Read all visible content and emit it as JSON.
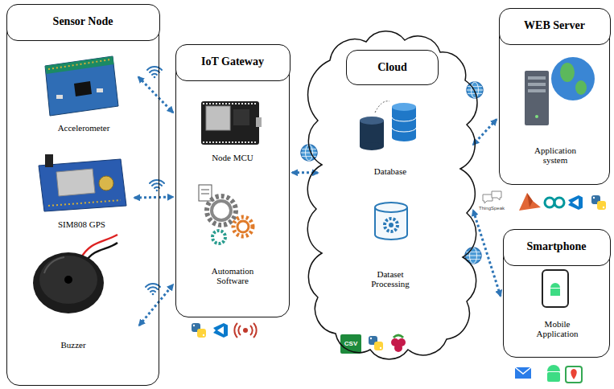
{
  "diagram": {
    "nodes": [
      {
        "text": [
          "Sensor Node"
        ]
      },
      {
        "text": [
          "Accelerometer"
        ],
        "in": 0
      },
      {
        "text": [
          "SIM808 GPS"
        ],
        "in": 0
      },
      {
        "text": [
          "Buzzer"
        ],
        "in": 0
      },
      {
        "text": [
          "IoT Gateway"
        ]
      },
      {
        "text": [
          "Node MCU"
        ],
        "in": 4
      },
      {
        "text": [
          "Automation Software"
        ],
        "in": 4
      },
      {
        "text": [
          "Cloud"
        ]
      },
      {
        "text": [
          "Database"
        ],
        "in": 7
      },
      {
        "text": [
          "Dataset Processing"
        ],
        "in": 7
      },
      {
        "text": [
          "WEB Server"
        ]
      },
      {
        "text": [
          "Application system"
        ],
        "in": 10
      },
      {
        "text": [
          "Smartphone"
        ]
      },
      {
        "text": [
          "Mobile Application"
        ],
        "in": 12
      }
    ],
    "edges": [
      {
        "from": 1,
        "to": 4,
        "arrow": "both"
      },
      {
        "from": 2,
        "to": 4,
        "arrow": "both"
      },
      {
        "from": 3,
        "to": 4,
        "arrow": "both"
      },
      {
        "from": 4,
        "to": 7,
        "arrow": "both"
      },
      {
        "from": 10,
        "to": 7,
        "arrow": "both"
      },
      {
        "from": 12,
        "to": 7,
        "arrow": "both"
      }
    ],
    "labels": [
      "CSV",
      "ThingSpeak"
    ]
  }
}
